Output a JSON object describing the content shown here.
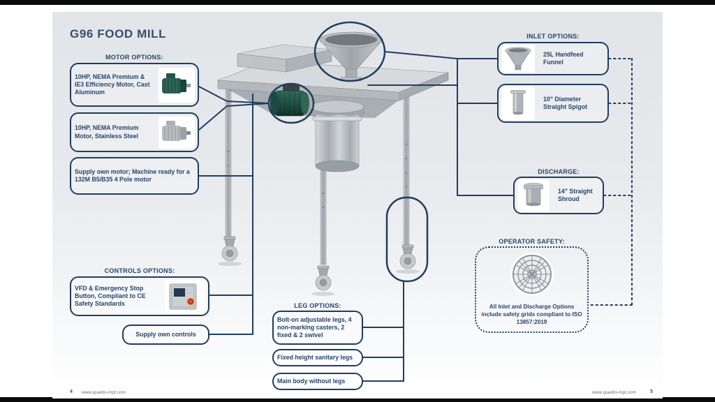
{
  "page": {
    "title": "G96 FOOD MILL"
  },
  "sections": {
    "motor": {
      "header": "MOTOR OPTIONS:",
      "options": [
        {
          "label": "10HP, NEMA Premium & IE3 Efficiency Motor, Cast Aluminum"
        },
        {
          "label": "10HP, NEMA Premium Motor, Stainless Steel"
        },
        {
          "label": "Supply own motor; Machine ready for a 132M B5/B35 4 Pole motor"
        }
      ]
    },
    "controls": {
      "header": "CONTROLS OPTIONS:",
      "options": [
        {
          "label": "VFD & Emergency Stop Button, Compliant to CE Safety Standards"
        },
        {
          "label": "Supply own controls"
        }
      ]
    },
    "legs": {
      "header": "LEG OPTIONS:",
      "options": [
        {
          "label": "Bolt-on adjustable legs, 4 non-marking casters, 2 fixed & 2 swivel"
        },
        {
          "label": "Fixed height sanitary legs"
        },
        {
          "label": "Main body without legs"
        }
      ]
    },
    "inlet": {
      "header": "INLET OPTIONS:",
      "options": [
        {
          "label": "25L Handfeed Funnel"
        },
        {
          "label": "10\" Diameter Straight Spigot"
        }
      ]
    },
    "discharge": {
      "header": "DISCHARGE:",
      "options": [
        {
          "label": "14\" Straight Shroud"
        }
      ]
    },
    "safety": {
      "header": "OPERATOR SAFETY:",
      "note": "All Inlet and Discharge Options include safety grids compliant to ISO 13857:2019"
    }
  },
  "footer": {
    "left_page": "4",
    "left_url": "www.quadro-mpt.com",
    "right_url": "www.quadro-mpt.com",
    "right_page": "5"
  },
  "images": {
    "machine_illustration": "G96 food mill: stainless table with handfeed funnel, teal drive motor, discharge cylinder, legs with casters",
    "motor_cast_aluminum_photo": "teal cast-aluminum motor",
    "motor_stainless_photo": "stainless steel motor",
    "control_panel_photo": "VFD panel with red emergency-stop button",
    "funnel_photo": "25L handfeed funnel",
    "spigot_photo": "straight spigot",
    "shroud_photo": "straight shroud",
    "safety_grid_photo": "circular safety grid"
  },
  "colors": {
    "accent_navy": "#1e3d61",
    "title_text": "#33506e",
    "callout_text": "#24466b",
    "motor_teal": "#2c6457",
    "estop_red": "#c3372f",
    "page_bg_top": "#e2e5e8"
  }
}
